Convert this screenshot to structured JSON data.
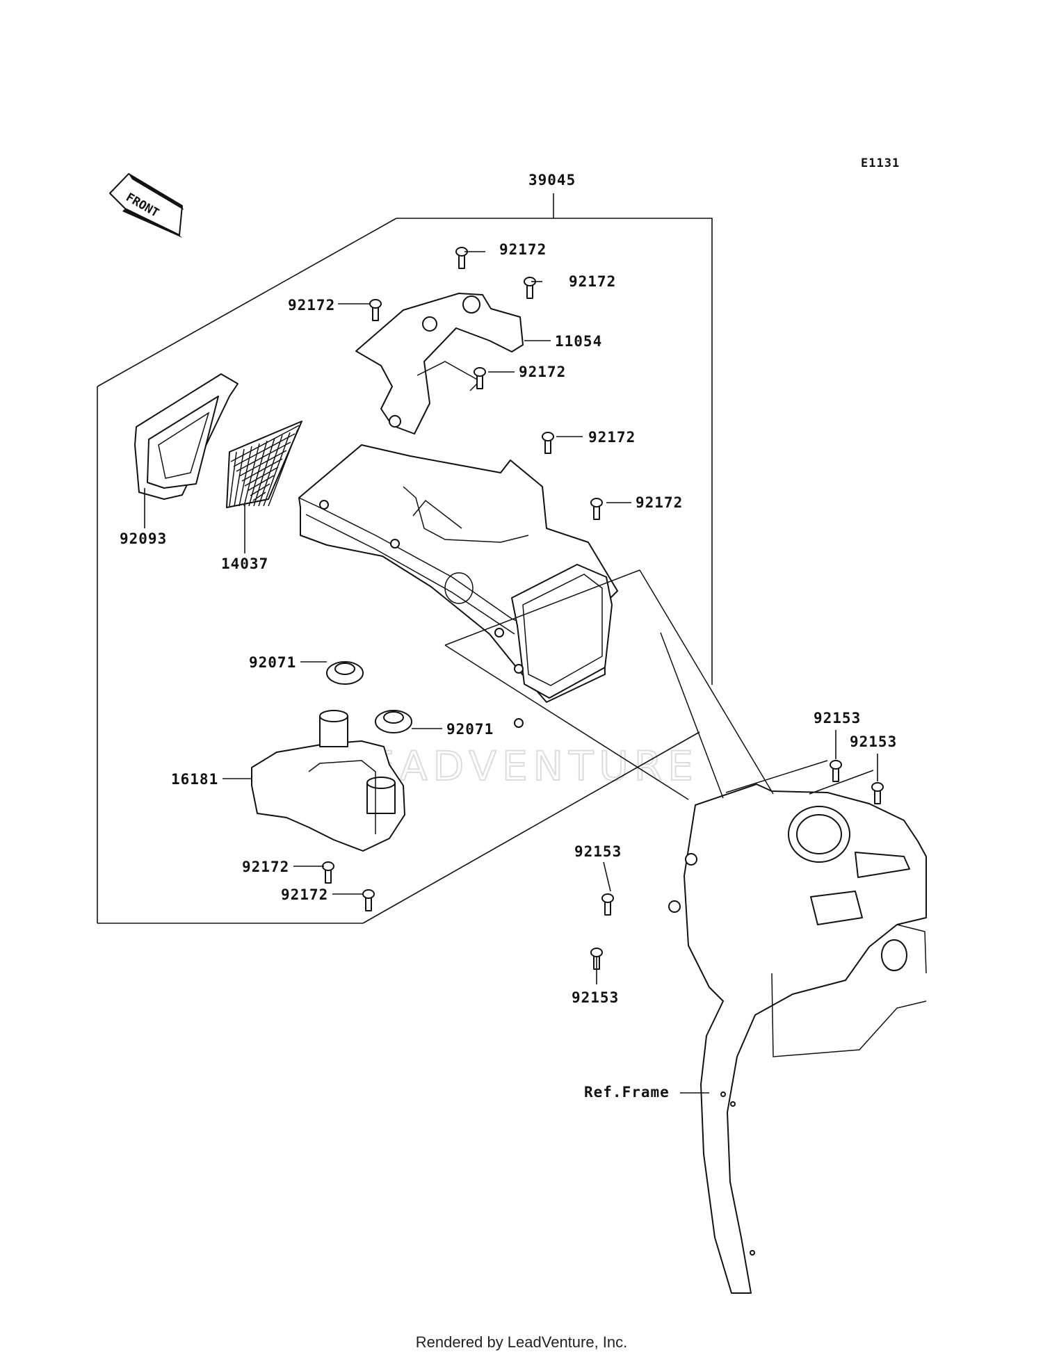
{
  "diagram_code": "E1131",
  "front_arrow_label": "FRONT",
  "watermark": "LEADVENTURE",
  "assembly_label": "39045",
  "labels": [
    {
      "id": "screw-top-1",
      "text": "92172"
    },
    {
      "id": "screw-top-2",
      "text": "92172"
    },
    {
      "id": "screw-left",
      "text": "92172"
    },
    {
      "id": "bracket",
      "text": "11054"
    },
    {
      "id": "screw-mid",
      "text": "92172"
    },
    {
      "id": "screw-right-1",
      "text": "92172"
    },
    {
      "id": "screw-right-2",
      "text": "92172"
    },
    {
      "id": "cover",
      "text": "92093"
    },
    {
      "id": "mesh",
      "text": "14037"
    },
    {
      "id": "grommet-1",
      "text": "92071"
    },
    {
      "id": "grommet-2",
      "text": "92071"
    },
    {
      "id": "reservoir",
      "text": "16181"
    },
    {
      "id": "screw-bottom-1",
      "text": "92172"
    },
    {
      "id": "screw-bottom-2",
      "text": "92172"
    },
    {
      "id": "frame-bolt-1",
      "text": "92153"
    },
    {
      "id": "frame-bolt-2",
      "text": "92153"
    },
    {
      "id": "frame-bolt-3",
      "text": "92153"
    },
    {
      "id": "frame-bolt-4",
      "text": "92153"
    },
    {
      "id": "ref-frame",
      "text": "Ref.Frame"
    }
  ],
  "footer": "Rendered by LeadVenture, Inc."
}
